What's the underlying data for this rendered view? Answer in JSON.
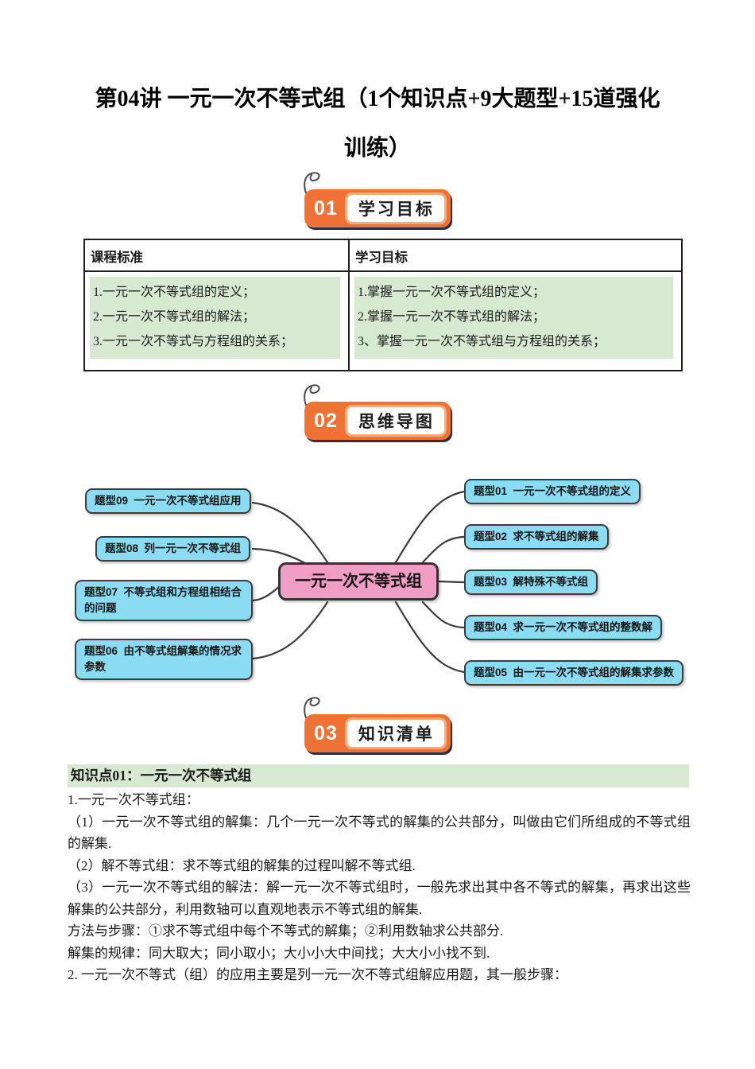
{
  "title": {
    "line1": "第04讲 一元一次不等式组（1个知识点+9大题型+15道强化",
    "line2": "训练）"
  },
  "badges": [
    {
      "num": "01",
      "label": "学习目标"
    },
    {
      "num": "02",
      "label": "思维导图"
    },
    {
      "num": "03",
      "label": "知识清单"
    }
  ],
  "table": {
    "headers": [
      "课程标准",
      "学习目标"
    ],
    "left_items": [
      "1.一元一次不等式组的定义；",
      "2.一元一次不等式组的解法；",
      "3.一元一次不等式与方程组的关系；"
    ],
    "right_items": [
      "1.掌握一元一次不等式组的定义；",
      "2.掌握一元一次不等式组的解法；",
      "3、掌握一元一次不等式组与方程组的关系；"
    ]
  },
  "mindmap": {
    "center": "一元一次不等式组",
    "right": [
      {
        "label": "题型01  一元一次不等式组的定义"
      },
      {
        "label": "题型02  求不等式组的解集"
      },
      {
        "label": "题型03  解特殊不等式组"
      },
      {
        "label": "题型04  求一元一次不等式组的整数解"
      },
      {
        "label": "题型05  由一元一次不等式组的解集求参数"
      }
    ],
    "left": [
      {
        "label": "题型09  一元一次不等式组应用"
      },
      {
        "label": "题型08  列一元一次不等式组"
      },
      {
        "label": "题型07  不等式组和方程组相结合的问题"
      },
      {
        "label": "题型06  由不等式组解集的情况求参数"
      }
    ]
  },
  "knowledge": {
    "heading": "知识点01：一元一次不等式组",
    "paragraphs": [
      "1.一元一次不等式组：",
      "（1）一元一次不等式组的解集：几个一元一次不等式的解集的公共部分，叫做由它们所组成的不等式组的解集.",
      "（2）解不等式组：求不等式组的解集的过程叫解不等式组.",
      "（3）一元一次不等式组的解法：解一元一次不等式组时，一般先求出其中各不等式的解集，再求出这些解集的公共部分，利用数轴可以直观地表示不等式组的解集.",
      "方法与步骤：①求不等式组中每个不等式的解集；②利用数轴求公共部分.",
      "解集的规律：同大取大；同小取小；大小小大中间找；大大小小找不到.",
      "2. 一元一次不等式（组）的应用主要是列一元一次不等式组解应用题，其一般步骤："
    ]
  },
  "colors": {
    "badge_orange": "#ee7135",
    "badge_frame_orange": "#f6ab76",
    "badge_shadow": "#2e2e3e",
    "node_blue": "#8adcf3",
    "center_pink": "#ef9dc5",
    "highlight_green": "#d7e9d1",
    "line_dark": "#3c3c3c"
  }
}
